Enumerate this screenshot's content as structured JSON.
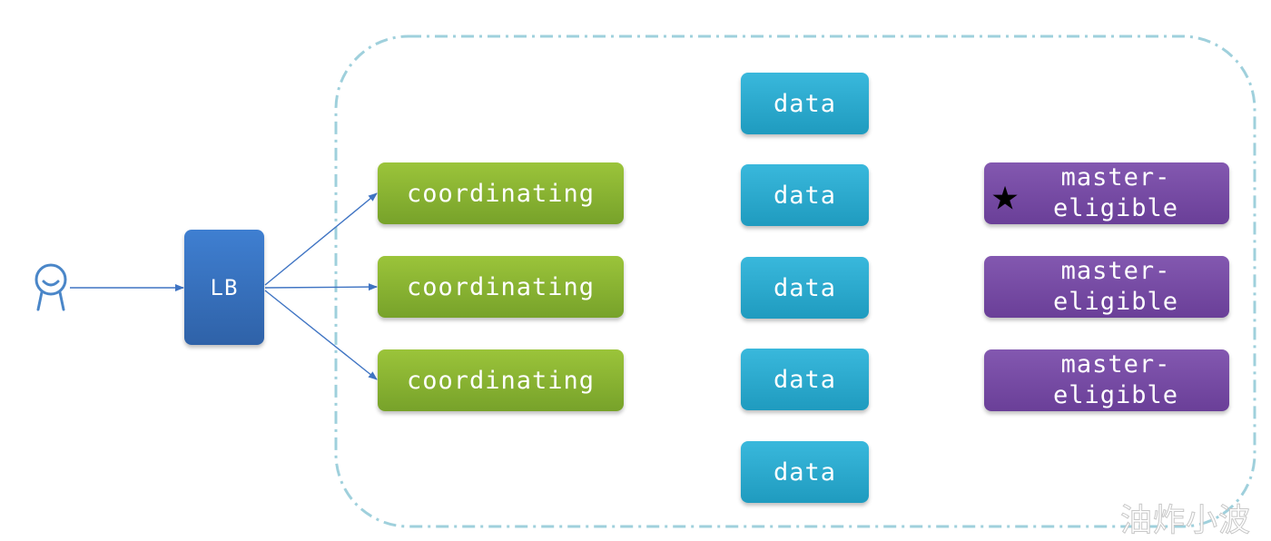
{
  "diagram": {
    "lb_label": "LB",
    "coordinating_nodes": [
      {
        "label": "coordinating"
      },
      {
        "label": "coordinating"
      },
      {
        "label": "coordinating"
      }
    ],
    "data_nodes": [
      {
        "label": "data"
      },
      {
        "label": "data"
      },
      {
        "label": "data"
      },
      {
        "label": "data"
      },
      {
        "label": "data"
      }
    ],
    "master_nodes": [
      {
        "line1": "master-",
        "line2": "eligible",
        "elected": true
      },
      {
        "line1": "master-",
        "line2": "eligible",
        "elected": false
      },
      {
        "line1": "master-",
        "line2": "eligible",
        "elected": false
      }
    ],
    "icons": {
      "user": "user-icon",
      "star": "star-icon"
    },
    "star_glyph": "★",
    "watermark": "油炸小波",
    "colors": {
      "lb": "#2f62a8",
      "coordinating": "#86b230",
      "data": "#2aabd2",
      "master": "#7449a4",
      "cluster_border": "#9fd0dc",
      "arrow": "#3f74c3"
    }
  }
}
